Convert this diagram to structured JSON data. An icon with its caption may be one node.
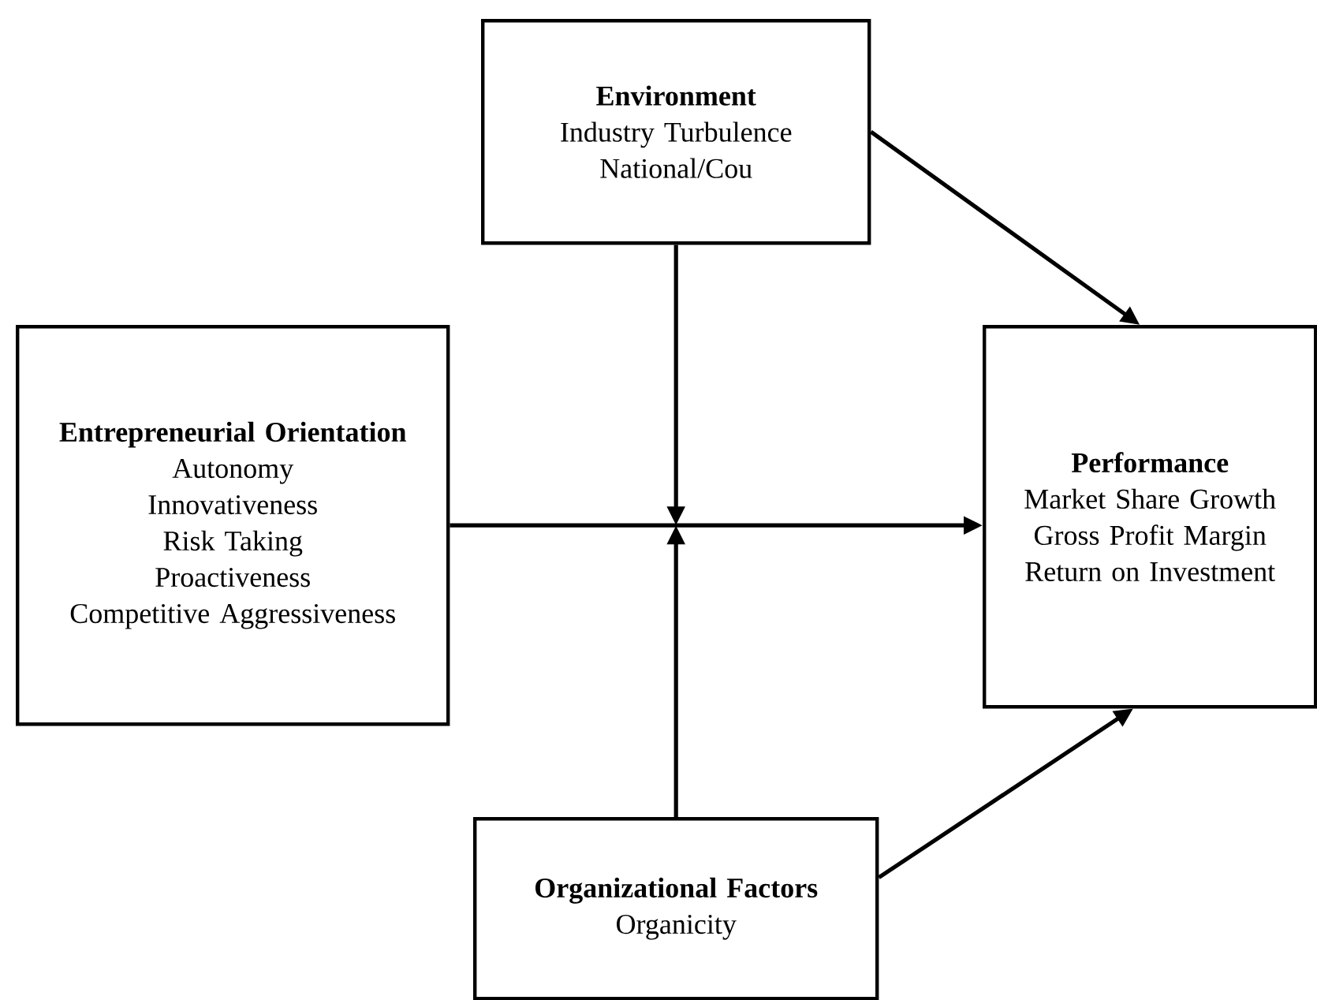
{
  "diagram": {
    "nodes": [
      {
        "text": [
          "Environment",
          "Industry Turbulence",
          "National/Cou"
        ]
      },
      {
        "text": [
          "Entrepreneurial Orientation",
          "Autonomy",
          "Innovativeness",
          "Risk Taking",
          "Proactiveness",
          "Competitive Aggressiveness"
        ]
      },
      {
        "text": [
          "Performance",
          "Market Share Growth",
          "Gross Profit Margin",
          "Return on Investment"
        ]
      },
      {
        "text": [
          "Organizational Factors",
          "Organicity"
        ]
      }
    ],
    "edges": [
      {
        "from": 0,
        "to": 2,
        "arrow": "to"
      },
      {
        "from": 1,
        "to": 2,
        "arrow": "to"
      },
      {
        "from": 0,
        "to": null,
        "arrow": "to"
      },
      {
        "from": 3,
        "to": null,
        "arrow": "to"
      },
      {
        "from": 3,
        "to": 2,
        "arrow": "to"
      }
    ]
  }
}
